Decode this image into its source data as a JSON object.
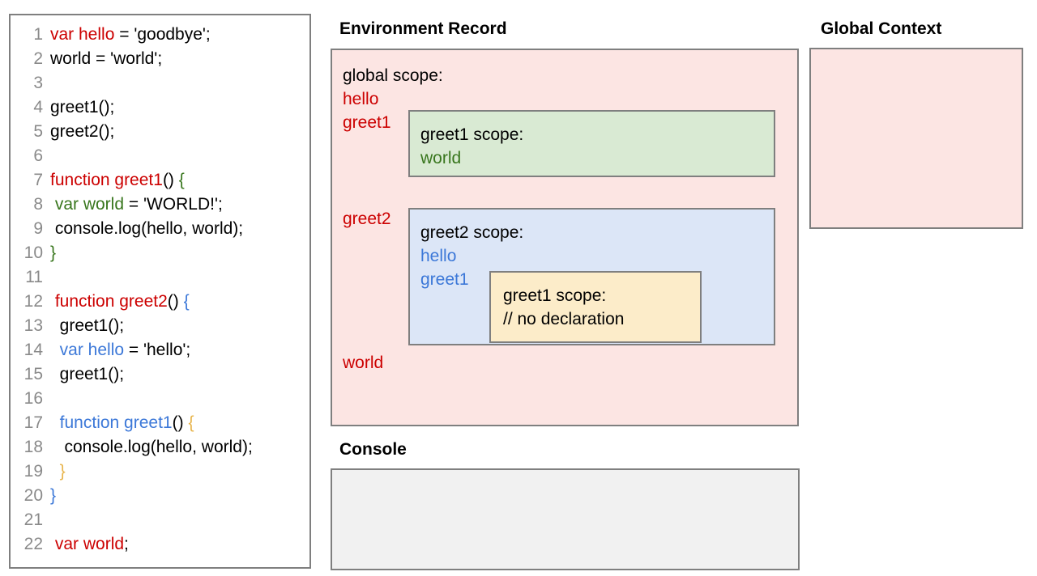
{
  "code_panel": {
    "name": "javascript-source-code",
    "lines": [
      {
        "number": "1",
        "tokens": [
          {
            "t": "var hello",
            "c": "red"
          },
          {
            "t": " = 'goodbye';",
            "c": "black"
          }
        ]
      },
      {
        "number": "2",
        "tokens": [
          {
            "t": "world = 'world';",
            "c": "black"
          }
        ]
      },
      {
        "number": "3",
        "tokens": [
          {
            "t": "",
            "c": "black"
          }
        ]
      },
      {
        "number": "4",
        "tokens": [
          {
            "t": "greet1();",
            "c": "black"
          }
        ]
      },
      {
        "number": "5",
        "tokens": [
          {
            "t": "greet2();",
            "c": "black"
          }
        ]
      },
      {
        "number": "6",
        "tokens": [
          {
            "t": "",
            "c": "black"
          }
        ]
      },
      {
        "number": "7",
        "tokens": [
          {
            "t": "function greet1",
            "c": "red"
          },
          {
            "t": "() ",
            "c": "black"
          },
          {
            "t": "{",
            "c": "green"
          }
        ]
      },
      {
        "number": "8",
        "tokens": [
          {
            "t": " var world",
            "c": "green"
          },
          {
            "t": " = 'WORLD!';",
            "c": "black"
          }
        ]
      },
      {
        "number": "9",
        "tokens": [
          {
            "t": " console.log(hello, world);",
            "c": "black"
          }
        ]
      },
      {
        "number": "10",
        "tokens": [
          {
            "t": "}",
            "c": "green"
          }
        ]
      },
      {
        "number": "11",
        "tokens": [
          {
            "t": "",
            "c": "black"
          }
        ]
      },
      {
        "number": "12",
        "tokens": [
          {
            "t": " ",
            "c": "black"
          },
          {
            "t": "function greet2",
            "c": "red"
          },
          {
            "t": "() ",
            "c": "black"
          },
          {
            "t": "{",
            "c": "blue"
          }
        ]
      },
      {
        "number": "13",
        "tokens": [
          {
            "t": "  greet1();",
            "c": "black"
          }
        ]
      },
      {
        "number": "14",
        "tokens": [
          {
            "t": "  ",
            "c": "black"
          },
          {
            "t": "var hello",
            "c": "blue"
          },
          {
            "t": " = 'hello';",
            "c": "black"
          }
        ]
      },
      {
        "number": "15",
        "tokens": [
          {
            "t": "  greet1();",
            "c": "black"
          }
        ]
      },
      {
        "number": "16",
        "tokens": [
          {
            "t": "",
            "c": "black"
          }
        ]
      },
      {
        "number": "17",
        "tokens": [
          {
            "t": "  ",
            "c": "black"
          },
          {
            "t": "function greet1",
            "c": "blue"
          },
          {
            "t": "() ",
            "c": "black"
          },
          {
            "t": "{",
            "c": "orange"
          }
        ]
      },
      {
        "number": "18",
        "tokens": [
          {
            "t": "   console.log(hello, world);",
            "c": "black"
          }
        ]
      },
      {
        "number": "19",
        "tokens": [
          {
            "t": "  ",
            "c": "black"
          },
          {
            "t": "}",
            "c": "orange"
          }
        ]
      },
      {
        "number": "20",
        "tokens": [
          {
            "t": "}",
            "c": "blue"
          }
        ]
      },
      {
        "number": "21",
        "tokens": [
          {
            "t": "",
            "c": "black"
          }
        ]
      },
      {
        "number": "22",
        "tokens": [
          {
            "t": " ",
            "c": "black"
          },
          {
            "t": "var world",
            "c": "red"
          },
          {
            "t": ";",
            "c": "black"
          }
        ]
      }
    ]
  },
  "environment_record": {
    "title": "Environment Record",
    "global_scope": {
      "heading": "global scope:",
      "bindings": [
        "hello",
        "greet1",
        "greet2",
        "world"
      ]
    },
    "greet1_scope": {
      "heading": "greet1 scope:",
      "bindings": [
        "world"
      ]
    },
    "greet2_scope": {
      "heading": "greet2 scope:",
      "bindings": [
        "hello",
        "greet1"
      ]
    },
    "greet1_nested_scope": {
      "heading": "greet1 scope:",
      "note": "// no declaration"
    }
  },
  "global_context": {
    "title": "Global Context",
    "content": ""
  },
  "console": {
    "title": "Console",
    "output": ""
  },
  "colors": {
    "global_scope_fill": "#fce5e3",
    "greet1_scope_fill": "#d9ead3",
    "greet2_scope_fill": "#dce6f7",
    "greet1_nested_fill": "#fcecc9",
    "console_fill": "#f1f1f1",
    "border": "#7f7f7f",
    "token_red": "#cc0000",
    "token_green": "#38761d",
    "token_blue": "#3c78d8",
    "token_orange": "#e8b54d",
    "line_number": "#8a8a8a"
  }
}
